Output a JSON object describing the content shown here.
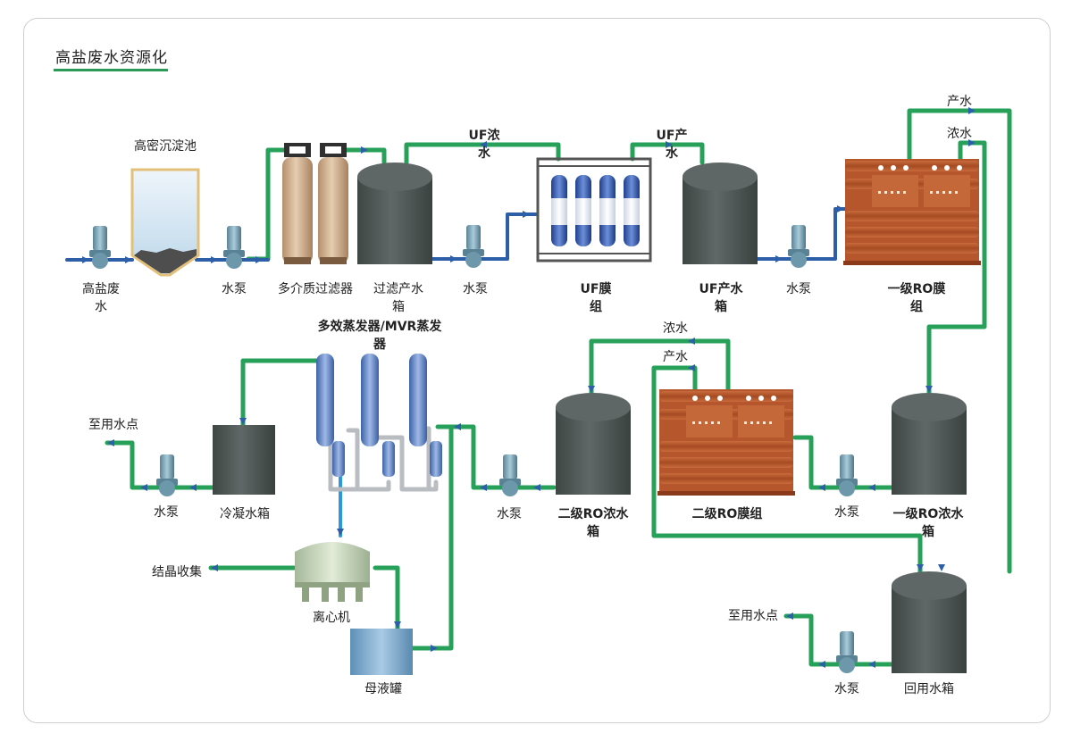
{
  "title": "高盐废水资源化",
  "colors": {
    "pipe_green": "#27a05a",
    "pipe_blue": "#2c5fa8",
    "pipe_grey": "#b9bcc0",
    "tank_dark": "#4d5553",
    "ro_rust": "#b5562c",
    "accent_line": "#2a9a56"
  },
  "labels": {
    "high_salt_water": "高盐废\n水",
    "sedimentation_tank": "高密沉淀池",
    "pump": "水泵",
    "multimedia_filter": "多介质过滤器",
    "filter_product_tank": "过滤产水\n箱",
    "uf_concentrate": "UF浓\n水",
    "uf_product": "UF产\n水",
    "uf_module": "UF膜\n组",
    "uf_product_tank": "UF产水\n箱",
    "product_water": "产水",
    "concentrate_water": "浓水",
    "ro1_module": "一级RO膜\n组",
    "evaporator": "多效蒸发器/MVR蒸发\n器",
    "to_use_point": "至用水点",
    "condensate_tank": "冷凝水箱",
    "ro2_conc_tank": "二级RO浓水\n箱",
    "ro2_module": "二级RO膜组",
    "ro1_conc_tank": "一级RO浓水\n箱",
    "crystal_collect": "结晶收集",
    "centrifuge": "离心机",
    "mother_liquor_tank": "母液罐",
    "reuse_tank": "回用水箱"
  }
}
